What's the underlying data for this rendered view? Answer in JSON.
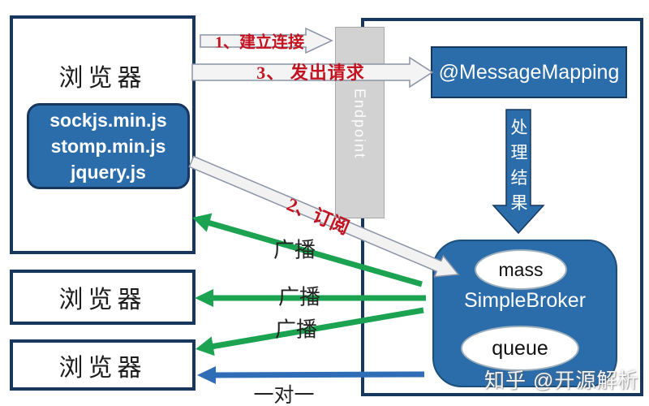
{
  "colors": {
    "navy_border": "#17375e",
    "box_blue": "#2b6cab",
    "broadcast_green": "#1ba351",
    "one_to_one_blue": "#2f6eb6",
    "label_red": "#c31320",
    "endpoint_gray": "#d2d2d2"
  },
  "browsers": [
    {
      "label": "浏览器"
    },
    {
      "label": "浏览器"
    },
    {
      "label": "浏览器"
    }
  ],
  "client_libs": {
    "lines": [
      "sockjs.min.js",
      "stomp.min.js",
      "jquery.js"
    ]
  },
  "endpoint": {
    "label": "Endpoint"
  },
  "message_mapping": {
    "label": "@MessageMapping"
  },
  "broker": {
    "label": "SimpleBroker",
    "topic_label": "mass",
    "queue_label": "queue"
  },
  "flow_labels": {
    "connect": "1、建立连接",
    "request": "3、 发出请求",
    "subscribe": "2、订阅",
    "process_result": "处理结果",
    "broadcast": [
      "广播",
      "广播",
      "广播"
    ],
    "one_to_one": "一对一"
  },
  "watermark": "知乎 @开源解析"
}
